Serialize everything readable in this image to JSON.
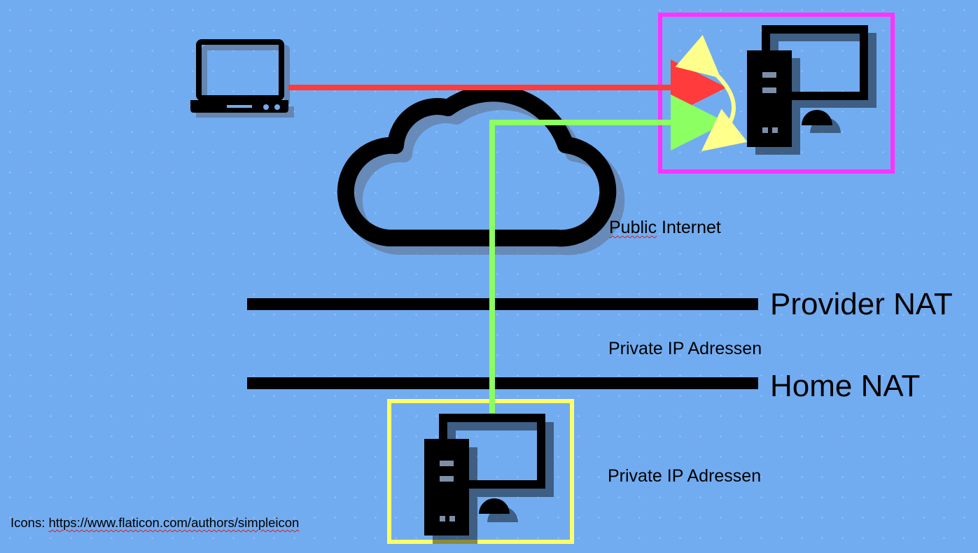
{
  "labels": {
    "public_internet": "Public Internet",
    "public_internet_word1": "Public",
    "public_internet_word2": "Internet",
    "provider_nat": "Provider NAT",
    "private_ip_upper": "Private IP Adressen",
    "home_nat": "Home NAT",
    "private_ip_lower": "Private IP Adressen",
    "credit_prefix": "Icons:",
    "credit_url": "https://www.flaticon.com/authors/simpleicon"
  },
  "icons": {
    "laptop": "laptop-icon",
    "cloud": "cloud-icon",
    "server_top": "desktop-computer-icon",
    "server_bottom": "desktop-computer-icon"
  },
  "colors": {
    "background": "#72acf0",
    "red_arrow": "#ff3b3b",
    "green_path": "#8cff62",
    "yellow_arrow": "#ffff8c",
    "magenta_box": "#ff33ff",
    "yellow_box": "#ffff66",
    "icon": "#000000",
    "shadow": "#7d8fa8"
  }
}
